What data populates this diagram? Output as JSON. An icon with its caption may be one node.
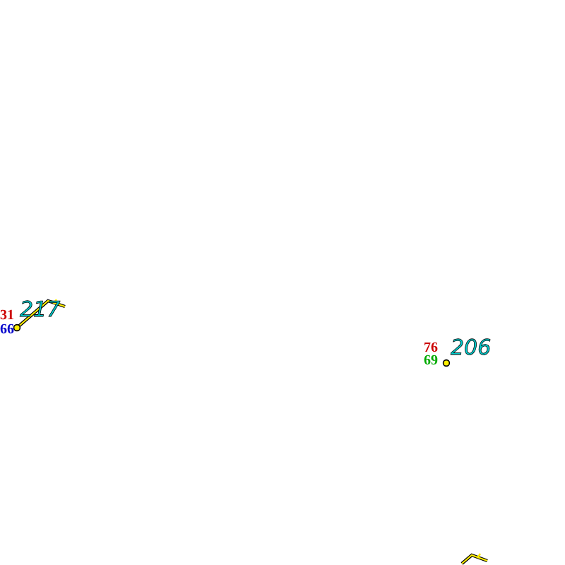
{
  "diagram": {
    "labels": [
      "31",
      "66",
      "217",
      "76",
      "69",
      "206"
    ]
  }
}
